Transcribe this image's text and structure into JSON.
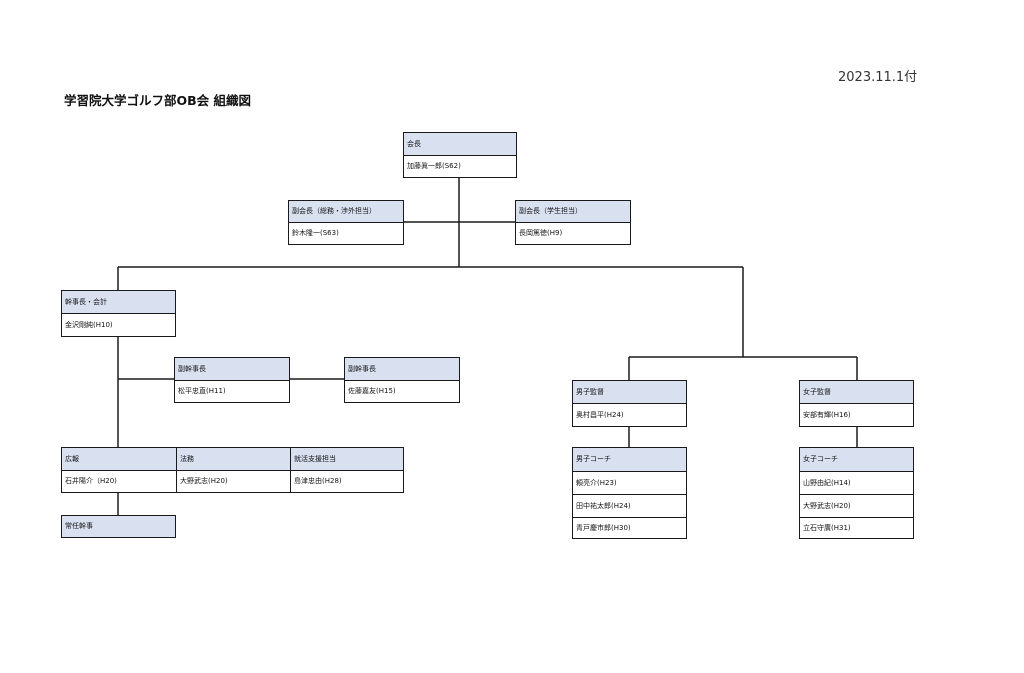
{
  "header": {
    "date": "2023.11.1付",
    "title": "学習院大学ゴルフ部OB会 組織図"
  },
  "org": {
    "president": {
      "role": "会長",
      "name": "加藤眞一郎(S62)"
    },
    "vp_general": {
      "role": "副会長（総務・渉外担当）",
      "name": "鈴木隆一(S63)"
    },
    "vp_student": {
      "role": "副会長（学生担当）",
      "name": "長岡篤徳(H9)"
    },
    "chief_secretary": {
      "role": "幹事長・会計",
      "name": "金沢剛純(H10)"
    },
    "vice_secretary_1": {
      "role": "副幹事長",
      "name": "松平忠直(H11)"
    },
    "vice_secretary_2": {
      "role": "副幹事長",
      "name": "佐藤嘉友(H15)"
    },
    "pr": {
      "role": "広報",
      "name": "石井陽介（H20)"
    },
    "legal": {
      "role": "法務",
      "name": "大野武志(H20)"
    },
    "career": {
      "role": "就活支援担当",
      "name": "島津忠由(H28)"
    },
    "standing": {
      "role": "常任幹事"
    },
    "mens_manager": {
      "role": "男子監督",
      "name": "奥村昌平(H24)"
    },
    "womens_manager": {
      "role": "女子監督",
      "name": "安部有輝(H16)"
    },
    "mens_coach": {
      "role": "男子コーチ",
      "names": [
        "頼亮介(H23)",
        "田中祐太郎(H24)",
        "青戸慶市郎(H30)"
      ]
    },
    "womens_coach": {
      "role": "女子コーチ",
      "names": [
        "山野由紀(H14)",
        "大野武志(H20)",
        "立石守廣(H31)"
      ]
    }
  }
}
